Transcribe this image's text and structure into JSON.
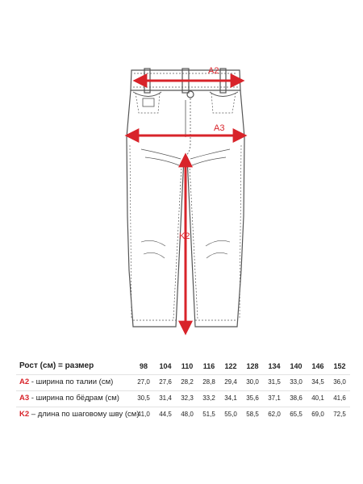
{
  "diagram": {
    "labels": {
      "a2": "A2",
      "a3": "A3",
      "k2": "K2"
    },
    "colors": {
      "outline": "#555555",
      "arrow": "#d8232a"
    }
  },
  "table": {
    "header_label": "Рост (см) = размер",
    "sizes": [
      "98",
      "104",
      "110",
      "116",
      "122",
      "128",
      "134",
      "140",
      "146",
      "152"
    ],
    "rows": [
      {
        "code": "A2",
        "description": " - ширина по талии (см)",
        "values": [
          "27,0",
          "27,6",
          "28,2",
          "28,8",
          "29,4",
          "30,0",
          "31,5",
          "33,0",
          "34,5",
          "36,0"
        ]
      },
      {
        "code": "A3",
        "description": " - ширина по бёдрам (см)",
        "values": [
          "30,5",
          "31,4",
          "32,3",
          "33,2",
          "34,1",
          "35,6",
          "37,1",
          "38,6",
          "40,1",
          "41,6"
        ]
      },
      {
        "code": "K2",
        "description": " – длина по шаговому шву (см)",
        "values": [
          "41,0",
          "44,5",
          "48,0",
          "51,5",
          "55,0",
          "58,5",
          "62,0",
          "65,5",
          "69,0",
          "72,5"
        ]
      }
    ]
  }
}
